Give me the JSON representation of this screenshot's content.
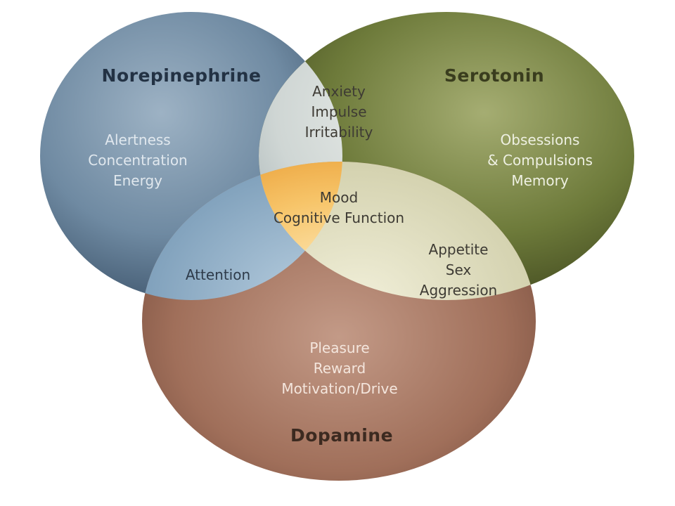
{
  "sets": {
    "norepinephrine": {
      "name": "Norepinephrine",
      "lines": [
        "Alertness",
        "Concentration",
        "Energy"
      ],
      "color": "#6f8aa2"
    },
    "serotonin": {
      "name": "Serotonin",
      "lines": [
        "Obsessions",
        "& Compulsions",
        "Memory"
      ],
      "color": "#6d7a3a"
    },
    "dopamine": {
      "name": "Dopamine",
      "lines": [
        "Pleasure",
        "Reward",
        "Motivation/Drive"
      ],
      "color": "#a06f5a"
    }
  },
  "intersections": {
    "norepinephrine_serotonin": {
      "lines": [
        "Anxiety",
        "Impulse",
        "Irritability"
      ]
    },
    "norepinephrine_dopamine": {
      "lines": [
        "Attention"
      ]
    },
    "serotonin_dopamine": {
      "lines": [
        "Appetite",
        "Sex",
        "Aggression"
      ]
    },
    "all": {
      "lines": [
        "Mood",
        "Cognitive Function"
      ]
    }
  }
}
